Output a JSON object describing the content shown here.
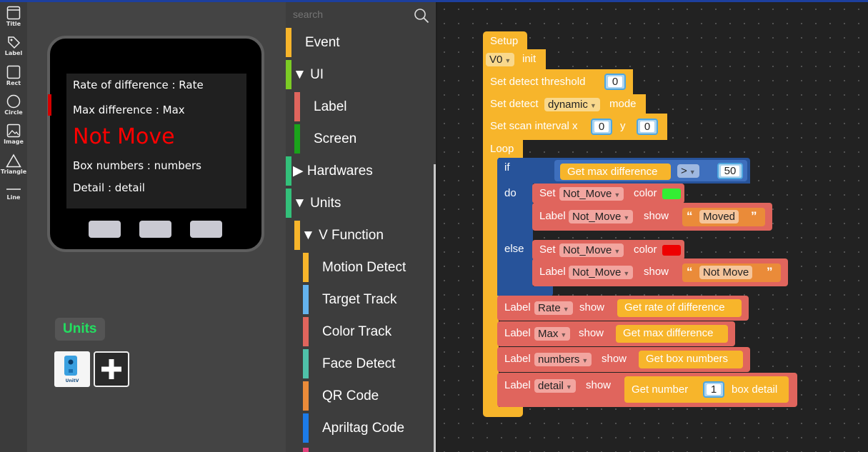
{
  "tools": [
    {
      "label": "Title",
      "icon": "title-icon"
    },
    {
      "label": "Label",
      "icon": "label-tag-icon"
    },
    {
      "label": "Rect",
      "icon": "rect-icon"
    },
    {
      "label": "Circle",
      "icon": "circle-icon"
    },
    {
      "label": "Image",
      "icon": "image-icon"
    },
    {
      "label": "Triangle",
      "icon": "triangle-icon"
    },
    {
      "label": "Line",
      "icon": "line-icon"
    }
  ],
  "device": {
    "lines": [
      "Rate of difference : Rate",
      "Max difference : Max",
      "Not Move",
      "Box numbers : numbers",
      "Detail : detail"
    ],
    "highlight_color": "#ff0000"
  },
  "units": {
    "title": "Units",
    "unit_card_label": "UnitV",
    "add_icon": "plus-icon"
  },
  "toolbox": {
    "search_placeholder": "search",
    "categories": [
      {
        "label": "Event",
        "color": "#f7b52b",
        "prefix": ""
      },
      {
        "label": "UI",
        "color": "#7ccc25",
        "prefix": "▼ "
      },
      {
        "label": "Label",
        "color": "#e0655d",
        "prefix": ""
      },
      {
        "label": "Screen",
        "color": "#1aa31a",
        "prefix": ""
      },
      {
        "label": "Hardwares",
        "color": "#33c07a",
        "prefix": "▶ "
      },
      {
        "label": "Units",
        "color": "#33c07a",
        "prefix": "▼ "
      },
      {
        "label": "V Function",
        "color": "#f7b52b",
        "prefix": "▼ "
      },
      {
        "label": "Motion Detect",
        "color": "#f7b52b",
        "prefix": ""
      },
      {
        "label": "Target Track",
        "color": "#64b3ee",
        "prefix": ""
      },
      {
        "label": "Color Track",
        "color": "#e0655d",
        "prefix": ""
      },
      {
        "label": "Face Detect",
        "color": "#4fc1a9",
        "prefix": ""
      },
      {
        "label": "QR Code",
        "color": "#ea8b39",
        "prefix": ""
      },
      {
        "label": "Apriltag Code",
        "color": "#1c7be8",
        "prefix": ""
      }
    ]
  },
  "blocks": {
    "setup": "Setup",
    "v0": "V0",
    "init": "init",
    "threshold": "Set detect threshold",
    "threshold_val": "0",
    "detect": "Set detect",
    "detect_mode": "dynamic",
    "mode": "mode",
    "interval": "Set scan interval x",
    "x_val": "0",
    "y": "y",
    "y_val": "0",
    "loop": "Loop",
    "if": "if",
    "get_max": "Get max difference",
    "op": ">",
    "cmp_val": "50",
    "do": "do",
    "else": "else",
    "set": "Set",
    "color": "color",
    "show": "show",
    "label": "Label",
    "not_move": "Not_Move",
    "color_true": "#33ee33",
    "color_false": "#ee0000",
    "moved": "Moved",
    "not_move_text": "Not Move",
    "rate": "Rate",
    "get_rate": "Get rate of difference",
    "max": "Max",
    "numbers": "numbers",
    "get_box": "Get box numbers",
    "detail": "detail",
    "get_number": "Get number",
    "number_val": "1",
    "box_detail": "box detail"
  }
}
